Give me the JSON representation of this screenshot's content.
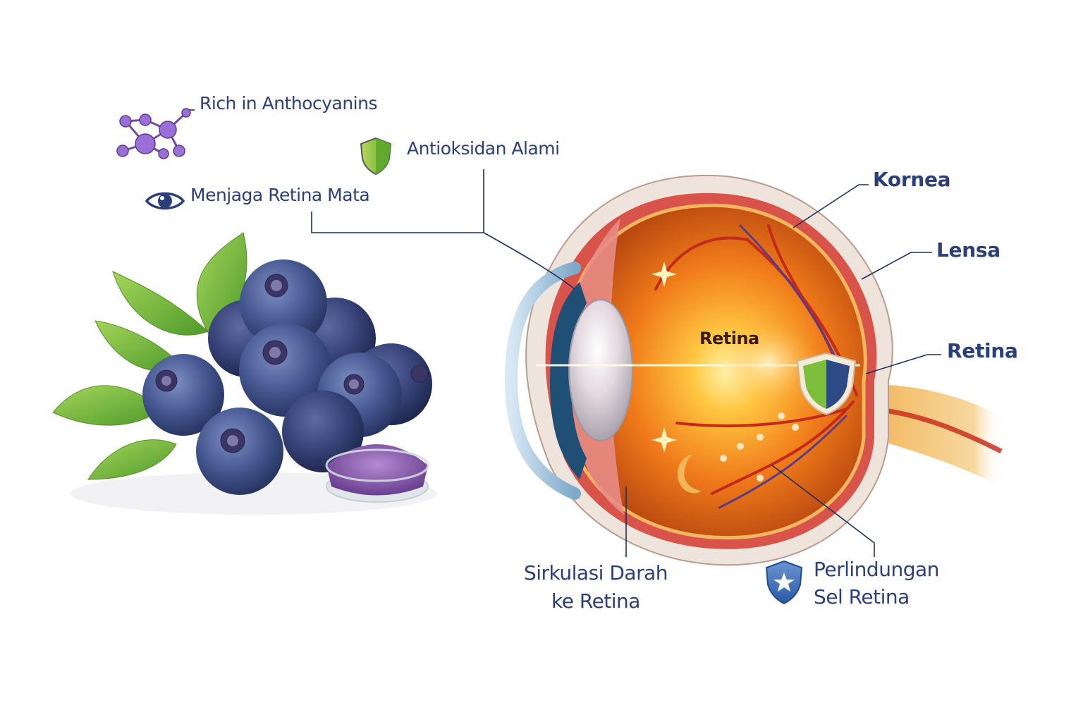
{
  "left_labels": {
    "anthocyanins": "Rich in Anthocyanins",
    "antioxidant": "Antioksidan Alami",
    "retina_care": "Menjaga Retina Mata"
  },
  "eye_labels": {
    "kornea": "Kornea",
    "lensa": "Lensa",
    "retina_right": "Retina",
    "retina_inner": "Retina",
    "circulation_line1": "Sirkulasi Darah",
    "circulation_line2": "ke Retina",
    "protection_line1": "Perlindungan",
    "protection_line2": "Sel Retina"
  },
  "icons": {
    "molecule": "molecule-icon",
    "shield_green": "shield-icon",
    "eye": "eye-icon",
    "shield_star": "shield-star-icon",
    "shield_split": "shield-split-icon",
    "moon": "crescent-moon-icon"
  },
  "colors": {
    "label_text": "#2b3f7a",
    "connector": "#1f2f5a",
    "blueberry": "#3d4f86",
    "leaf": "#7cbf3a",
    "powder": "#8a5fae",
    "retina_orange": "#f07a1a",
    "sclera": "#efe4dc",
    "shield_green": "#7ab83a",
    "shield_blue": "#2c4a86"
  }
}
